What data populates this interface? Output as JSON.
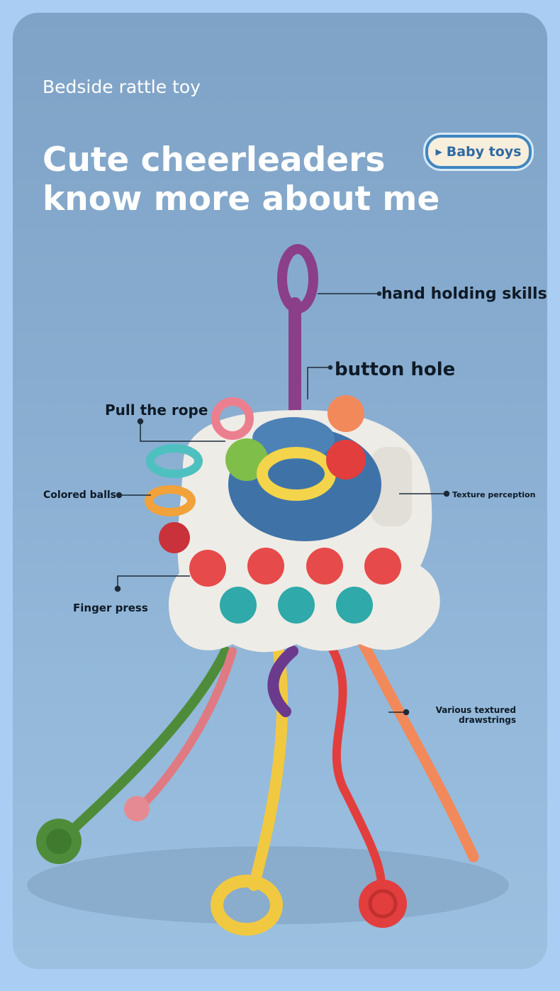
{
  "subtitle": "Bedside rattle toy",
  "headline": {
    "line1": "Cute cheerleaders",
    "line2": "know more about me"
  },
  "badge": {
    "icon": "play-triangle-icon",
    "label": "Baby toys"
  },
  "callouts": {
    "hand_holding": "hand holding skills",
    "button_hole": "button hole",
    "pull_rope": "Pull the rope",
    "colored_balls": "Colored balls",
    "texture": "Texture perception",
    "finger_press": "Finger press",
    "drawstrings_line1": "Various textured",
    "drawstrings_line2": "drawstrings"
  },
  "colors": {
    "background": "#a9cdf3",
    "card": "#89add0",
    "badge_border": "#3f86c0",
    "toy_body": "#eeece6",
    "dome": "#3f73a8"
  }
}
